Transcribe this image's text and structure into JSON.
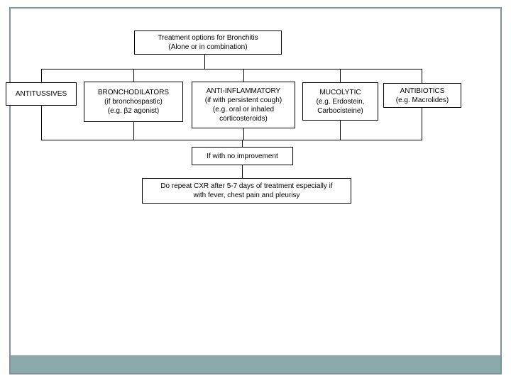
{
  "flowchart": {
    "title": "Treatment options for Bronchitis\n(Alone or in combination)",
    "options": [
      {
        "id": "antitussives",
        "label": "ANTITUSSIVES"
      },
      {
        "id": "bronchodilators",
        "label": "BRONCHODILATORS\n(if bronchospastic)\n(e.g. β2 agonist)"
      },
      {
        "id": "anti-inflammatory",
        "label": "ANTI-INFLAMMATORY\n(if with persistent cough)\n(e.g. oral or inhaled\ncorticosteroids)"
      },
      {
        "id": "mucolytic",
        "label": "MUCOLYTIC\n(e.g. Erdostein,\nCarbocisteine)"
      },
      {
        "id": "antibiotics",
        "label": "ANTIBIOTICS\n(e.g. Macrolides)"
      }
    ],
    "no_improvement": "If with no improvement",
    "followup_action": "Do repeat CXR after 5-7 days of treatment especially if\nwith fever, chest pain and pleurisy"
  },
  "theme": {
    "accent_bar_color": "#8BA8AA",
    "frame_border_color": "#7E9399",
    "node_border_color": "#000000",
    "text_color": "#000000"
  }
}
